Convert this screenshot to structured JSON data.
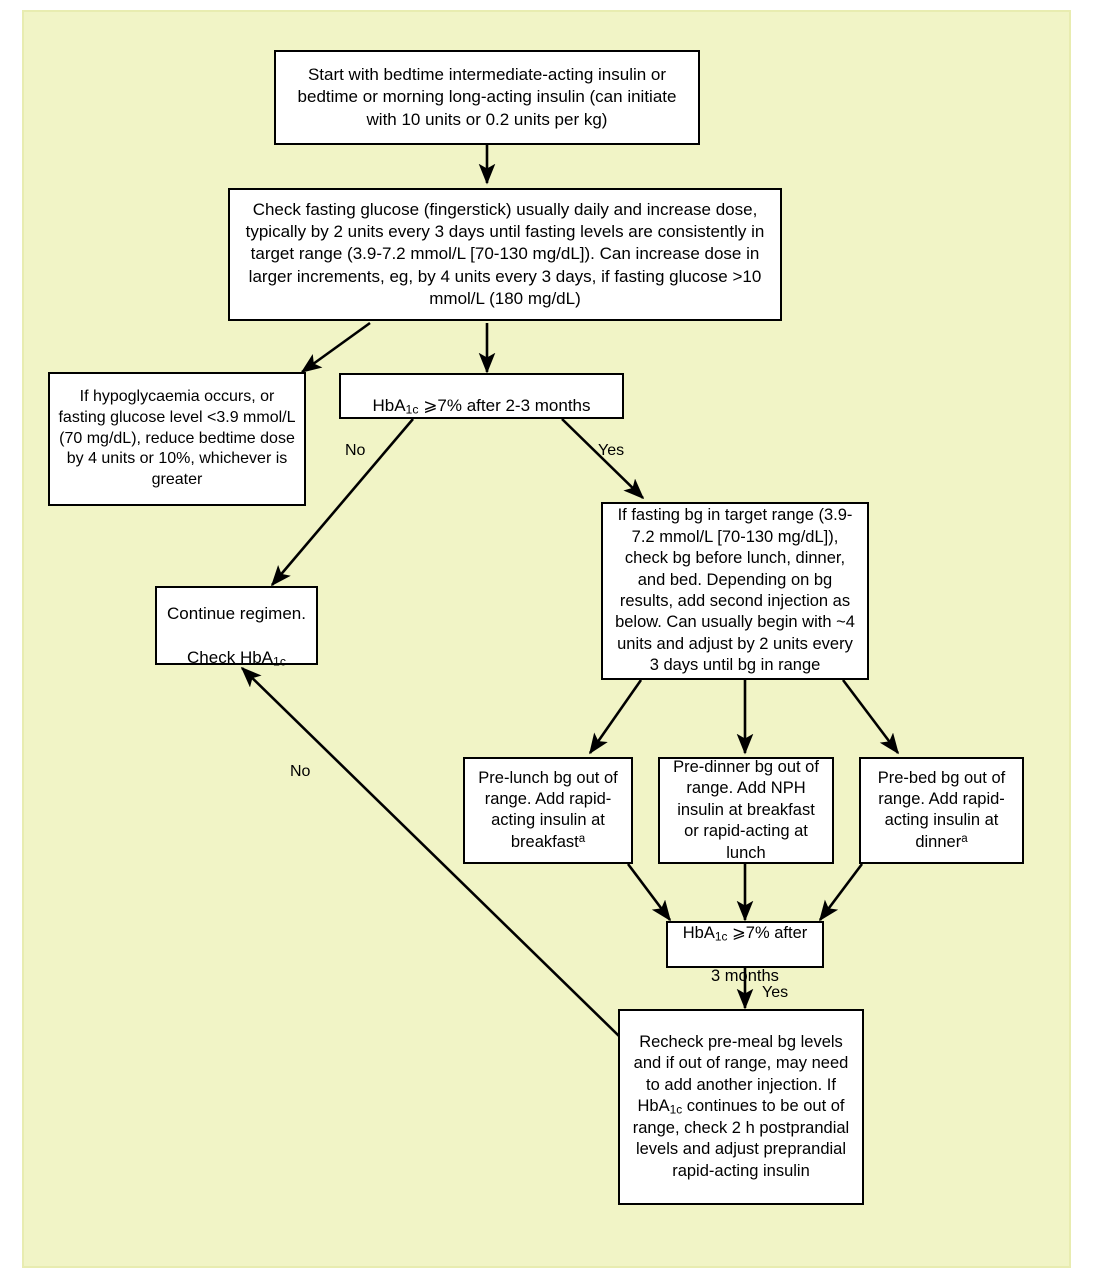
{
  "diagram": {
    "title": "Insulin initiation and titration algorithm",
    "background_color": "#f1f4c6",
    "frame_border_color": "#e8ecb0",
    "node_fill": "#ffffff",
    "node_border_color": "#000000",
    "text_color": "#000000"
  },
  "nodes": {
    "start": {
      "label": "Start with bedtime intermediate-acting insulin or bedtime or morning long-acting insulin (can initiate with 10 units or 0.2 units per kg)"
    },
    "check_fasting": {
      "label": "Check fasting glucose (fingerstick) usually daily and increase dose, typically by 2 units every 3 days until fasting levels are consistently in target range (3.9-7.2 mmol/L [70-130 mg/dL]). Can increase dose in larger increments, eg, by 4 units every 3 days, if fasting glucose >10 mmol/L (180 mg/dL)"
    },
    "hypoglycaemia": {
      "label": "If hypoglycaemia occurs, or fasting glucose level <3.9 mmol/L (70 mg/dL), reduce bedtime dose by 4 units or 10%, whichever is greater"
    },
    "hba1c_decision_1": {
      "prefix": "HbA",
      "subscript": "1c",
      "suffix": " ⩾7% after 2-3 months"
    },
    "continue_regimen": {
      "line1": "Continue regimen.",
      "line2_prefix": "Check HbA",
      "line2_subscript": "1c"
    },
    "second_injection": {
      "label": "If fasting bg in target range (3.9-7.2 mmol/L [70-130 mg/dL]), check bg before lunch, dinner, and bed. Depending on bg results, add second injection as below. Can usually begin with ~4 units and adjust by 2 units every 3 days until bg in range"
    },
    "pre_lunch": {
      "text": "Pre-lunch bg out of range. Add rapid-acting insulin at breakfast",
      "footnote": "a"
    },
    "pre_dinner": {
      "text": "Pre-dinner bg out of range. Add NPH insulin at breakfast or rapid-acting at lunch",
      "footnote": ""
    },
    "pre_bed": {
      "text": "Pre-bed bg out of range. Add rapid-acting insulin at dinner",
      "footnote": "a"
    },
    "hba1c_decision_2": {
      "prefix": "HbA",
      "subscript": "1c",
      "suffix": " ⩾7% after",
      "line2": "3 months"
    },
    "recheck": {
      "part1": "Recheck pre-meal bg levels and if out of range, may need to add another injection. If HbA",
      "subscript": "1c",
      "part2": " continues to be out of range, check 2 h postprandial levels and adjust preprandial rapid-acting insulin"
    }
  },
  "edge_labels": {
    "no_1": "No",
    "yes_1": "Yes",
    "yes_2": "Yes",
    "no_2": "No"
  }
}
